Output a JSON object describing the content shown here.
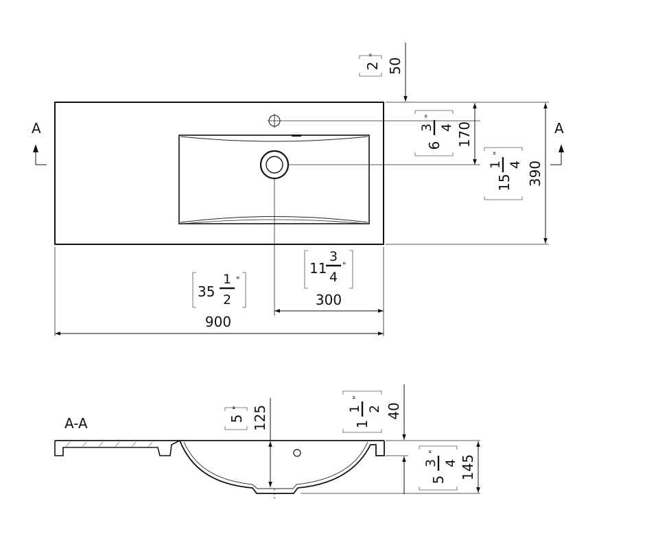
{
  "colors": {
    "ink": "#111111",
    "thin": "#222222",
    "bracket": "#555555",
    "background": "#ffffff"
  },
  "top_view": {
    "section_marker_left": "A",
    "section_marker_right": "A",
    "dim_overall_width": {
      "mm": "900",
      "inch_whole": "35",
      "inch_num": "1",
      "inch_den": "2",
      "inch_mark": "\""
    },
    "dim_drain_offset": {
      "mm": "300",
      "inch_whole": "11",
      "inch_num": "3",
      "inch_den": "4",
      "inch_mark": "\""
    },
    "dim_top_gap": {
      "mm": "50",
      "inch_whole": "2",
      "inch_mark": "\""
    },
    "dim_faucet_to_drain": {
      "mm": "170",
      "inch_whole": "6",
      "inch_num": "3",
      "inch_den": "4",
      "inch_mark": "\""
    },
    "dim_depth": {
      "mm": "390",
      "inch_whole": "15",
      "inch_num": "1",
      "inch_den": "4",
      "inch_mark": "\""
    }
  },
  "section_view": {
    "label": "A-A",
    "dim_bowl_depth": {
      "mm": "125",
      "inch_whole": "5",
      "inch_mark": "\""
    },
    "dim_top_thickness": {
      "mm": "40",
      "inch_whole": "1",
      "inch_num": "1",
      "inch_den": "2",
      "inch_mark": "\""
    },
    "dim_total_height": {
      "mm": "145",
      "inch_whole": "5",
      "inch_num": "3",
      "inch_den": "4",
      "inch_mark": "\""
    }
  }
}
